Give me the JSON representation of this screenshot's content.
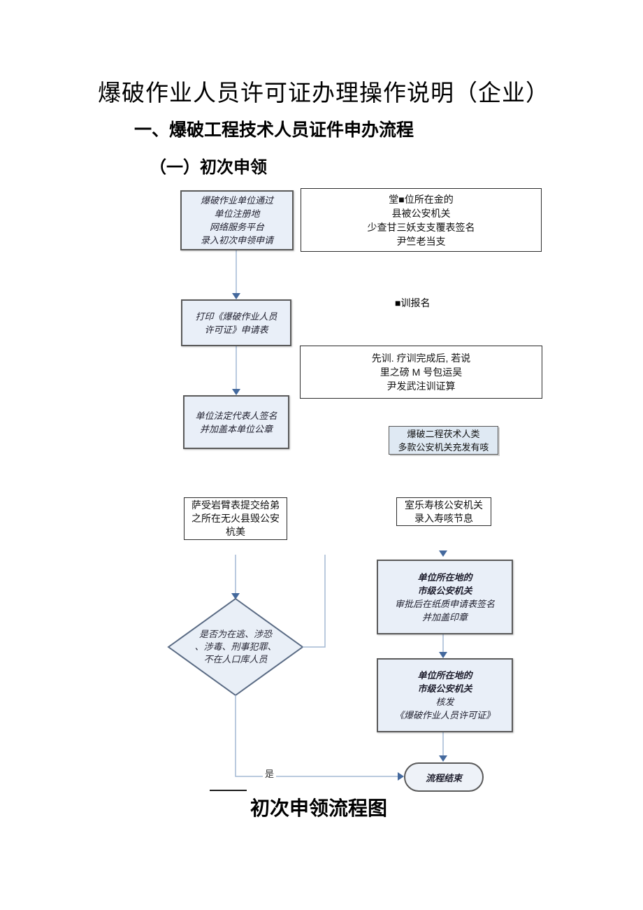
{
  "page": {
    "title": "爆破作业人员许可证办理操作说明（企业）",
    "heading": "一、爆破工程技术人员证件申办流程",
    "subheading": "（一）初次申领",
    "caption": "初次申领流程图"
  },
  "flowchart": {
    "nodes": {
      "apply_online": {
        "text": "爆破作业单位通过\n单位注册地\n网络服务平台\n录入初次申领申请"
      },
      "county_note": {
        "text": "堂■位所在金的\n县被公安机关\n少查甘三妖支支覆表签名\n尹竺老当支"
      },
      "print_form": {
        "text": "打印《爆破作业人员\n许可证》申请表"
      },
      "training_note": {
        "text": "■训报名"
      },
      "after_training_note": {
        "text": "先训. 疗训完成后, 若说\n里之磅 M 号包运吴\n尹发武注训证算"
      },
      "legal_sign": {
        "text": "单位法定代表人签名\n并加盖本单位公章"
      },
      "tech_note": {
        "text": "爆破二程茯术人类\n多款公安机关充发有咳"
      },
      "submit_form": {
        "text": "萨受岩臂表提交给弟\n之所在无火县毁公安\n杭美"
      },
      "review_note": {
        "text": "室乐寿核公安机关\n录入寿咳节息"
      },
      "decision": {
        "text": "是否为在逃、涉恐\n、涉毒、刑事犯罪、\n不在人口库人员"
      },
      "city_approve": {
        "bold": "单位所在地的\n市级公安机关",
        "rest": "审批后在纸质申请表签名\n并加盖印章"
      },
      "city_issue": {
        "bold": "单位所在地的\n市级公安机关",
        "rest": "核发\n《爆破作业人员许可证》"
      },
      "end": {
        "text": "流程结束"
      }
    },
    "labels": {
      "yes": "是"
    },
    "colors": {
      "box_fill": "#e9eff8",
      "box_border": "#5a5a5a",
      "note_border": "#2b2b2b",
      "shaded_fill": "#dfe9f3",
      "connector_line": "#a3b8d4",
      "arrowhead": "#44699d",
      "diamond_fill": "#e9eff7",
      "diamond_border": "#5a6b84"
    }
  }
}
